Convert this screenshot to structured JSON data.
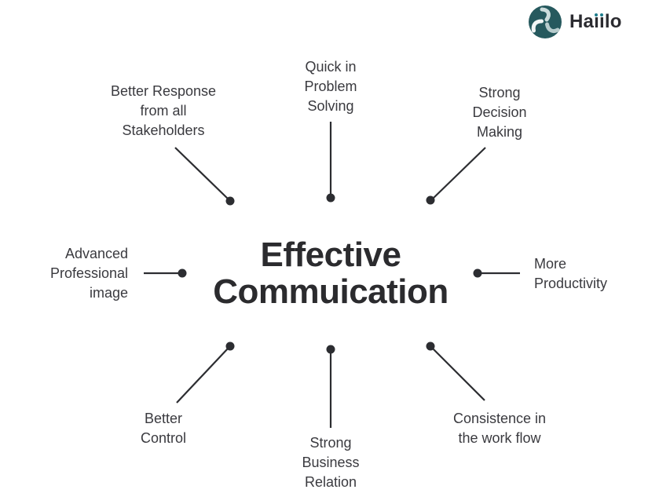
{
  "colors": {
    "background": "#ffffff",
    "title_text": "#2b2b2e",
    "label_text": "#3a3a3f",
    "connector": "#2c2d31",
    "logo_circle_teal": "#26595e",
    "logo_swirl_light": "#ccdcdc",
    "logo_i_dot_teal": "#1e7d8c"
  },
  "brand": {
    "icon": "haiilo-swirl-icon",
    "name": "Haiilo",
    "text_parts": {
      "ha": "Ha",
      "ii_dotless": "ıı",
      "lo": "lo"
    }
  },
  "center": {
    "title": "Effective\nCommuication"
  },
  "nodes": [
    {
      "id": "better-response",
      "position": "top-left",
      "label": "Better Response\nfrom all\nStakeholders"
    },
    {
      "id": "quick-problem-solving",
      "position": "top",
      "label": "Quick in\nProblem\nSolving"
    },
    {
      "id": "strong-decision",
      "position": "top-right",
      "label": "Strong\nDecision\nMaking"
    },
    {
      "id": "advanced-image",
      "position": "left",
      "label": "Advanced\nProfessional\nimage"
    },
    {
      "id": "more-productivity",
      "position": "right",
      "label": "More\nProductivity"
    },
    {
      "id": "better-control",
      "position": "bottom-left",
      "label": "Better\nControl"
    },
    {
      "id": "strong-business",
      "position": "bottom",
      "label": "Strong\nBusiness\nRelation"
    },
    {
      "id": "consistence-workflow",
      "position": "bottom-right",
      "label": "Consistence in\nthe work flow"
    }
  ]
}
